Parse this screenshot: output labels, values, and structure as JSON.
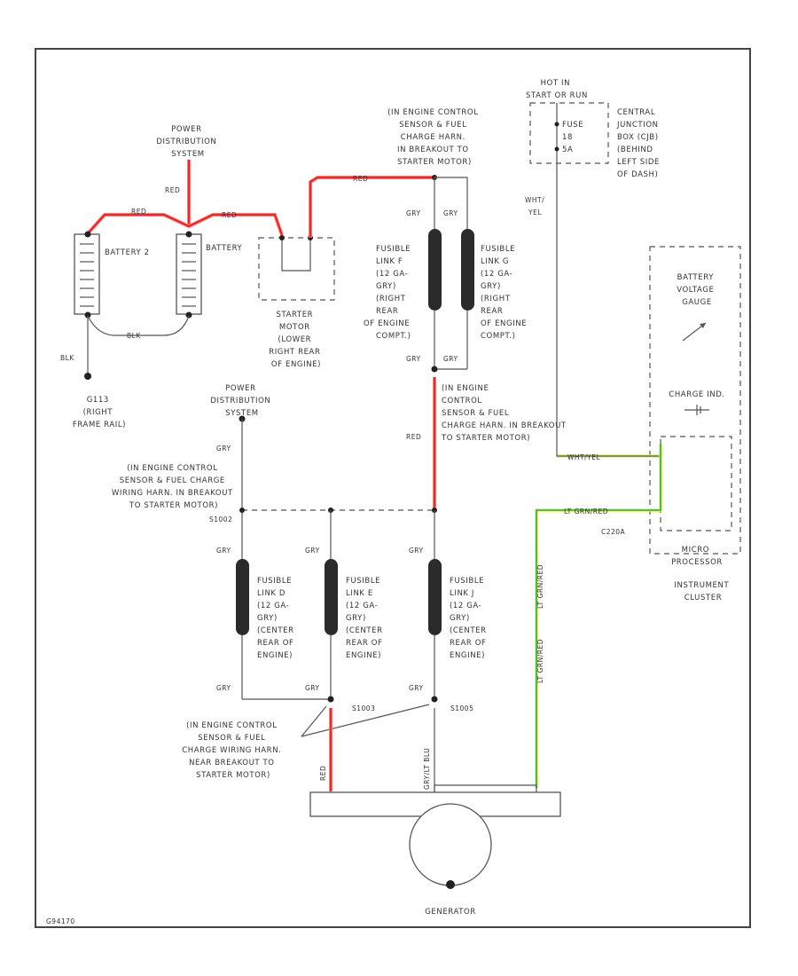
{
  "diagram": {
    "labels": {
      "power_dist_top": [
        "POWER",
        "DISTRIBUTION",
        "SYSTEM"
      ],
      "power_dist_mid": [
        "POWER",
        "DISTRIBUTION",
        "SYSTEM"
      ],
      "battery2": "BATTERY 2",
      "battery": "BATTERY",
      "starter_motor": [
        "STARTER",
        "MOTOR",
        "(LOWER",
        "RIGHT REAR",
        "OF ENGINE)"
      ],
      "ground_g": [
        "G113",
        "(RIGHT",
        "FRAME RAIL)"
      ],
      "harness_top": [
        "(IN ENGINE CONTROL",
        "SENSOR & FUEL",
        "CHARGE HARN.",
        "IN BREAKOUT TO",
        "STARTER MOTOR)"
      ],
      "hot_in_start": [
        "HOT IN",
        "START OR RUN"
      ],
      "fuse": [
        "FUSE",
        "18",
        "5A"
      ],
      "cjb": [
        "CENTRAL",
        "JUNCTION",
        "BOX (CJB)",
        "(BEHIND",
        "LEFT SIDE",
        "OF DASH)"
      ],
      "fusible_f": [
        "FUSIBLE",
        "LINK F",
        "(12 GA-",
        "GRY)",
        "(RIGHT",
        "REAR",
        "OF ENGINE",
        "COMPT.)"
      ],
      "fusible_g": [
        "FUSIBLE",
        "LINK G",
        "(12 GA-",
        "GRY)",
        "(RIGHT",
        "REAR",
        "OF ENGINE",
        "COMPT.)"
      ],
      "battery_gauge": [
        "BATTERY",
        "VOLTAGE",
        "GAUGE"
      ],
      "charge_ind": "CHARGE IND.",
      "micro": [
        "MICRO",
        "PROCESSOR"
      ],
      "instrument_cluster": [
        "INSTRUMENT",
        "CLUSTER"
      ],
      "harness_mid": [
        "(IN ENGINE",
        "CONTROL",
        "SENSOR & FUEL",
        "CHARGE HARN. IN BREAKOUT",
        "TO STARTER MOTOR)"
      ],
      "harness_left": [
        "(IN ENGINE CONTROL",
        "SENSOR & FUEL CHARGE",
        "WIRING HARN. IN BREAKOUT",
        "TO STARTER MOTOR)"
      ],
      "splice_s1002": "S1002",
      "splice_s1003": "S1003",
      "splice_s1005": "S1005",
      "connector_c220": "C220A",
      "fusible_d": [
        "FUSIBLE",
        "LINK D",
        "(12 GA-",
        "GRY)",
        "(CENTER",
        "REAR OF",
        "ENGINE)"
      ],
      "fusible_e": [
        "FUSIBLE",
        "LINK E",
        "(12 GA-",
        "GRY)",
        "(CENTER",
        "REAR OF",
        "ENGINE)"
      ],
      "fusible_j": [
        "FUSIBLE",
        "LINK J",
        "(12 GA-",
        "GRY)",
        "(CENTER",
        "REAR OF",
        "ENGINE)"
      ],
      "harness_bottom": [
        "(IN ENGINE CONTROL",
        "SENSOR & FUEL",
        "CHARGE WIRING HARN.",
        "NEAR BREAKOUT TO",
        "STARTER MOTOR)"
      ],
      "generator": "GENERATOR",
      "figure_id": "G94170"
    },
    "wire_colors": {
      "red": "RED",
      "gry": "GRY",
      "blk": "BLK",
      "wht_yel": "WHT/YEL",
      "lt_grn_red": "LT GRN/RED",
      "gry_lt_blu": "GRY/LT BLU"
    },
    "colors": {
      "red_wire": "#ff2020",
      "green_wire": "#2fae2f",
      "yellow_wire": "#d9f36a",
      "line": "#555555"
    }
  }
}
